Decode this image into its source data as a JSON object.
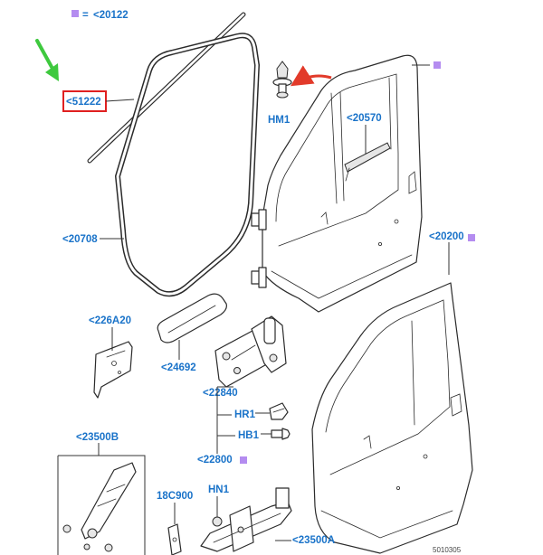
{
  "legend": {
    "equals": "=",
    "ref": "<20122",
    "color": "#b48cf0"
  },
  "labels": {
    "l51222": "<51222",
    "l20708": "<20708",
    "l226A20": "<226A20",
    "l24692": "<24692",
    "l23500B": "<23500B",
    "l18C900": "18C900",
    "lHN1a": "HN1",
    "l23500A": "<23500A",
    "l22800": "<22800",
    "lHB1": "HB1",
    "lHR1": "HR1",
    "l22840": "<22840",
    "l20200": "<20200",
    "lHM1": "HM1",
    "l20570": "<20570",
    "code": "5010305"
  },
  "colors": {
    "label": "#1a73c9",
    "highlight_box": "#e02020",
    "pointer_arrow": "#3ec93e",
    "move_arrow": "#e23a2a",
    "marker": "#b48cf0"
  }
}
